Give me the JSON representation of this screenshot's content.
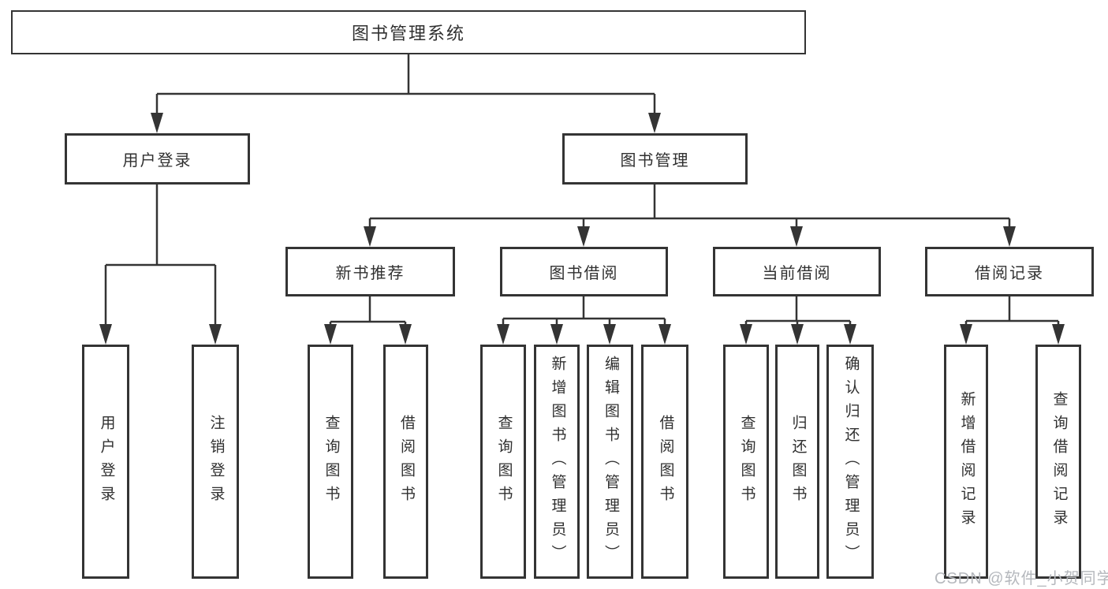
{
  "nodes": {
    "root": "图书管理系统",
    "user_login": "用户登录",
    "book_mgmt": "图书管理",
    "new_books": "新书推荐",
    "book_borrow": "图书借阅",
    "current_borrow": "当前借阅",
    "borrow_records": "借阅记录",
    "leaf_user_login": "用户登录",
    "leaf_logout": "注销登录",
    "leaf_nb_query": "查询图书",
    "leaf_nb_borrow": "借阅图书",
    "leaf_bb_query": "查询图书",
    "leaf_bb_add": "新增图书（管理员）",
    "leaf_bb_edit": "编辑图书（管理员）",
    "leaf_bb_borrow": "借阅图书",
    "leaf_cb_query": "查询图书",
    "leaf_cb_return": "归还图书",
    "leaf_cb_confirm": "确认归还（管理员）",
    "leaf_br_add": "新增借阅记录",
    "leaf_br_query": "查询借阅记录"
  },
  "watermark": "CSDN @软件_小贺同学",
  "colors": {
    "line": "#343434",
    "text": "#303030",
    "box_background": "#ffffff",
    "watermark": "#b5b8bd",
    "background": "#ffffff"
  }
}
